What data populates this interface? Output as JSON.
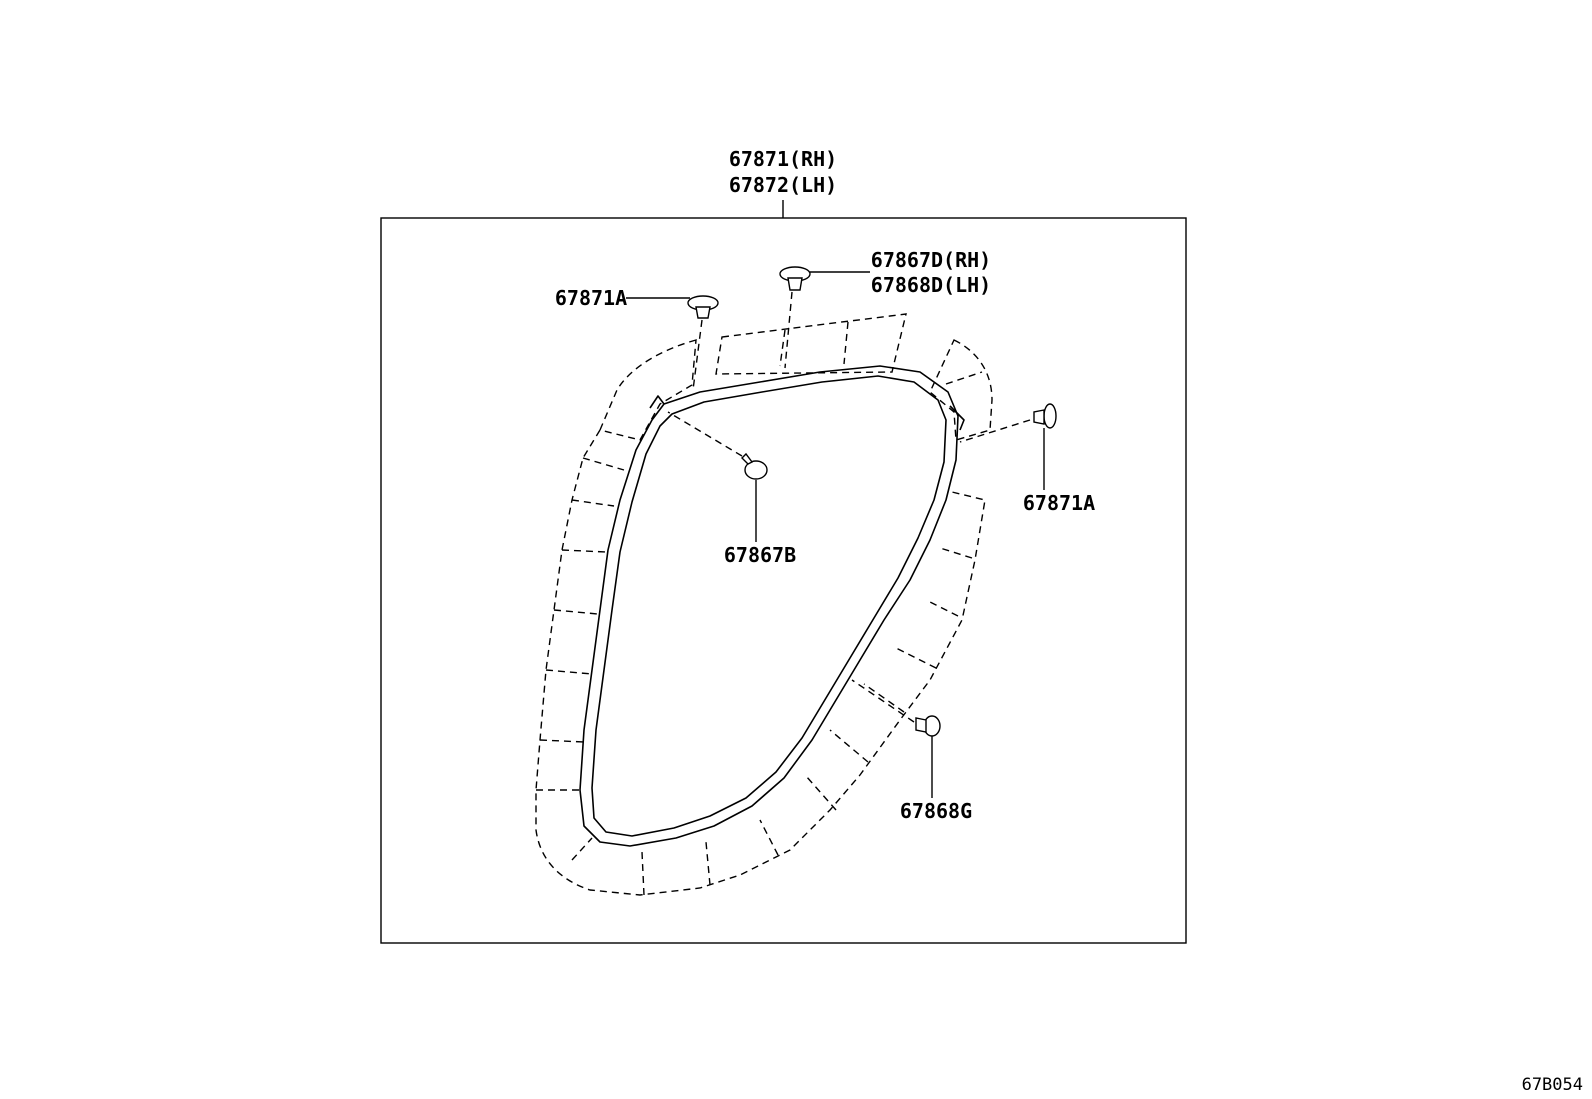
{
  "labels": {
    "weatherstrip_rh": "67871(RH)",
    "weatherstrip_lh": "67872(LH)",
    "clip_top_left": "67871A",
    "clip_top_rh": "67867D(RH)",
    "clip_top_lh": "67868D(LH)",
    "clip_right": "67871A",
    "clip_center": "67867B",
    "clip_bottom_right": "67868G"
  },
  "figure_code": "67B054"
}
